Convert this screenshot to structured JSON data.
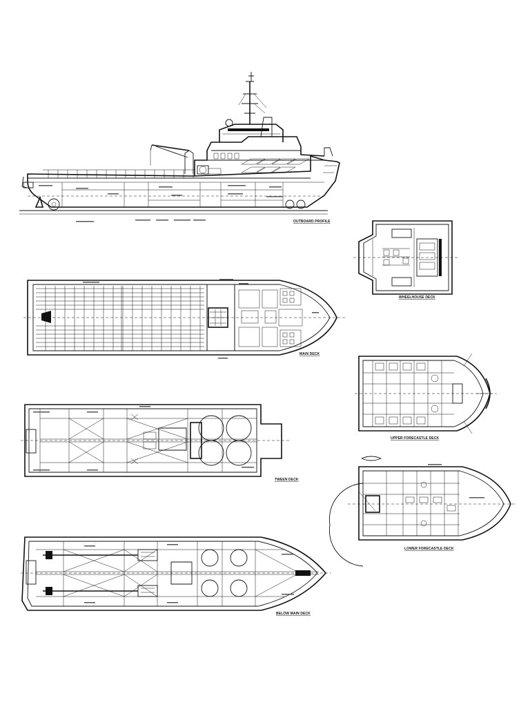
{
  "sheet": {
    "views": {
      "outboard_profile": "OUTBOARD PROFILE",
      "wheelhouse_deck": "WHEELHOUSE DECK",
      "main_deck": "MAIN DECK",
      "upper_forecastle_deck": "UPPER FORECASTLE DECK",
      "tween_deck": "TWEEN DECK",
      "lower_forecastle_deck": "LOWER FORECASTLE DECK",
      "below_main_deck": "BELOW MAIN DECK"
    }
  }
}
